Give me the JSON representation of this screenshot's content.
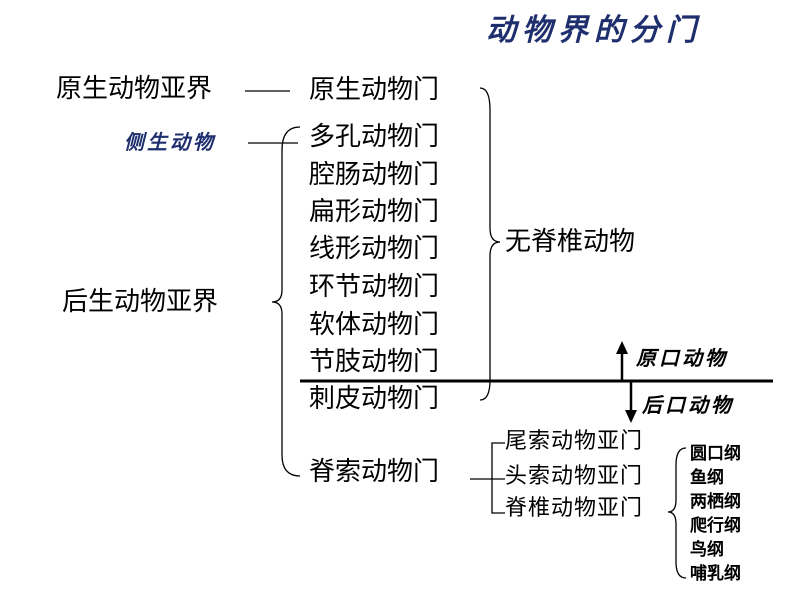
{
  "title": "动物界的分门",
  "subkingdoms": {
    "protozoa": "原生动物亚界",
    "parazoa": "侧生动物",
    "metazoa": "后生动物亚界"
  },
  "phyla": [
    "原生动物门",
    "多孔动物门",
    "腔肠动物门",
    "扁形动物门",
    "线形动物门",
    "环节动物门",
    "软体动物门",
    "节肢动物门",
    "刺皮动物门",
    "脊索动物门"
  ],
  "invertebrates": "无脊椎动物",
  "protostome": "原口动物",
  "deuterostome": "后口动物",
  "subphyla": [
    "尾索动物亚门",
    "头索动物亚门",
    "脊椎动物亚门"
  ],
  "classes": [
    "圆口纲",
    "鱼纲",
    "两栖纲",
    "爬行纲",
    "鸟纲",
    "哺乳纲"
  ],
  "colors": {
    "title": "#1f2f6e",
    "text": "#000000"
  }
}
